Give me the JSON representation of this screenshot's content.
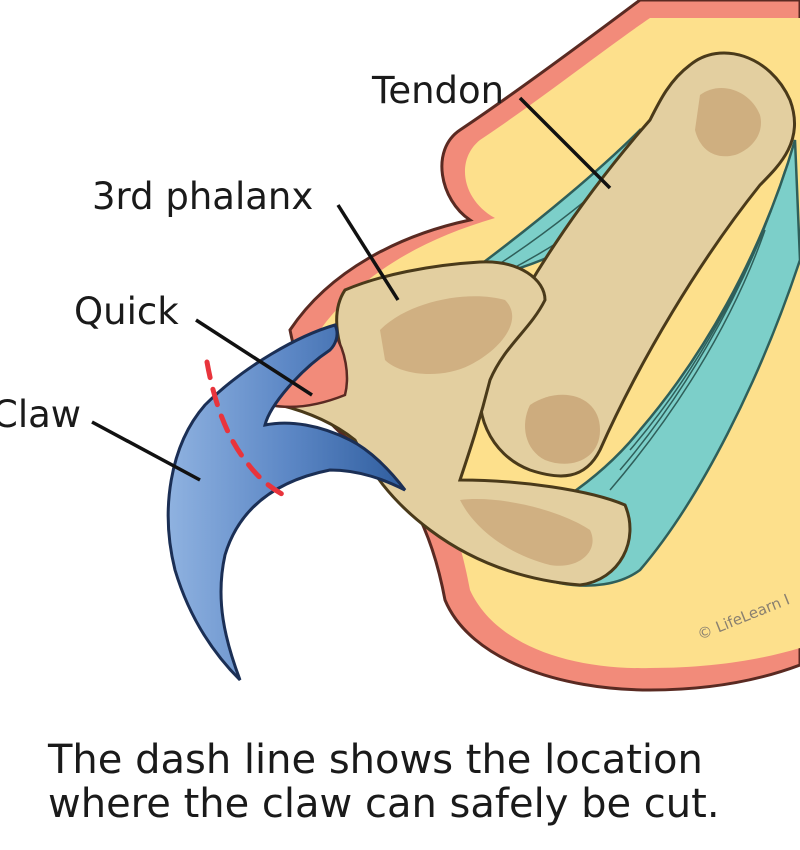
{
  "labels": {
    "tendon": "Tendon",
    "phalanx": "3rd phalanx",
    "quick": "Quick",
    "claw": "Claw"
  },
  "copyright": "© LifeLearn I",
  "caption": {
    "line1": "The dash line shows the location",
    "line2": "where the claw can safely be cut."
  },
  "colors": {
    "skin_outer": "#f28b7a",
    "skin_inner": "#fde08c",
    "bone": "#e3cfa0",
    "bone_shadow": "#c9a678",
    "tendon": "#7ccfc9",
    "claw": "#3e6fb0",
    "cut_line": "#e8343c"
  }
}
